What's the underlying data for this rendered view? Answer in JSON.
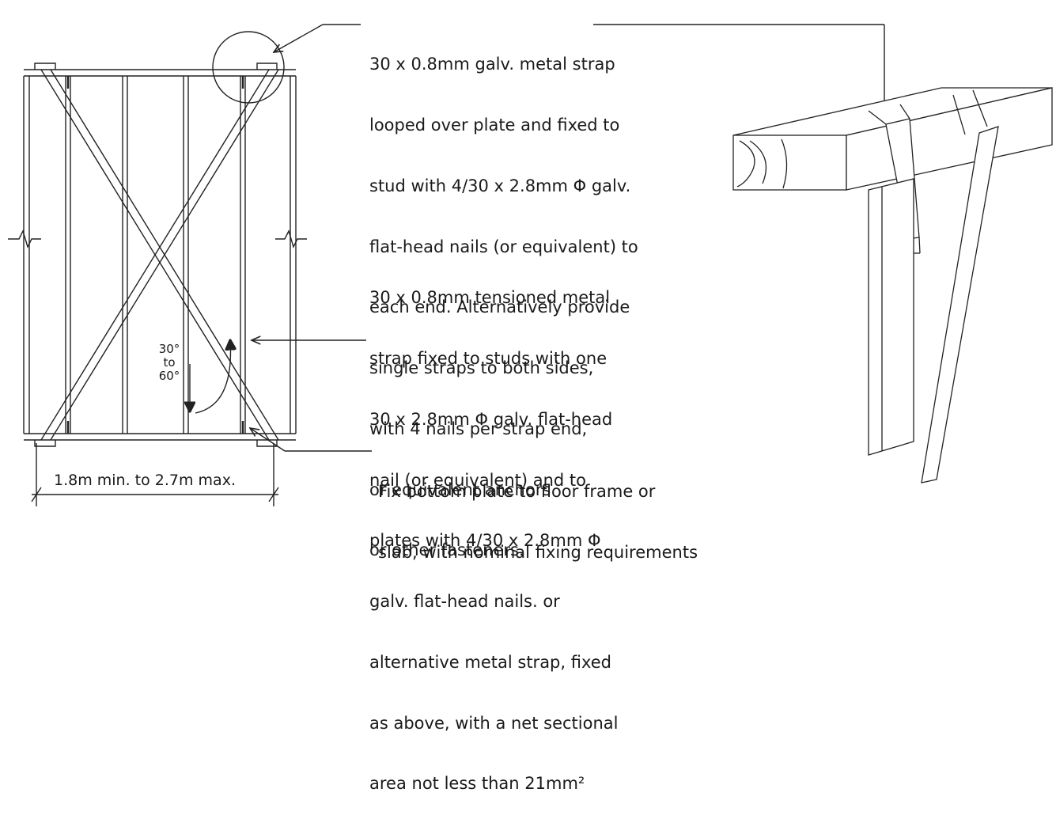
{
  "notes": {
    "top_strap": [
      "30 x 0.8mm galv. metal strap",
      "looped over plate and fixed to",
      "stud with 4/30 x 2.8mm Φ galv.",
      "flat-head nails (or equivalent) to",
      "each end. Alternatively provide",
      "single straps to both sides,",
      "with 4 nails per strap end,",
      "or equivalent anchors",
      "or other fasteners."
    ],
    "tension_strap": [
      "30 x 0.8mm tensioned metal",
      "strap fixed to studs with one",
      "30 x 2.8mm Φ galv. flat-head",
      "nail (or equivalent) and to",
      "plates with 4/30 x 2.8mm Φ",
      "galv. flat-head nails. or",
      "alternative metal strap, fixed",
      "as above, with a net sectional",
      "area not less than 21mm²"
    ],
    "bottom_plate": [
      "Fix bottom plate to floor frame or",
      "slab, with nominal fixing requirements"
    ]
  },
  "angle_label": [
    "30°",
    "to",
    "60°"
  ],
  "dimension_label": "1.8m min. to 2.7m max."
}
